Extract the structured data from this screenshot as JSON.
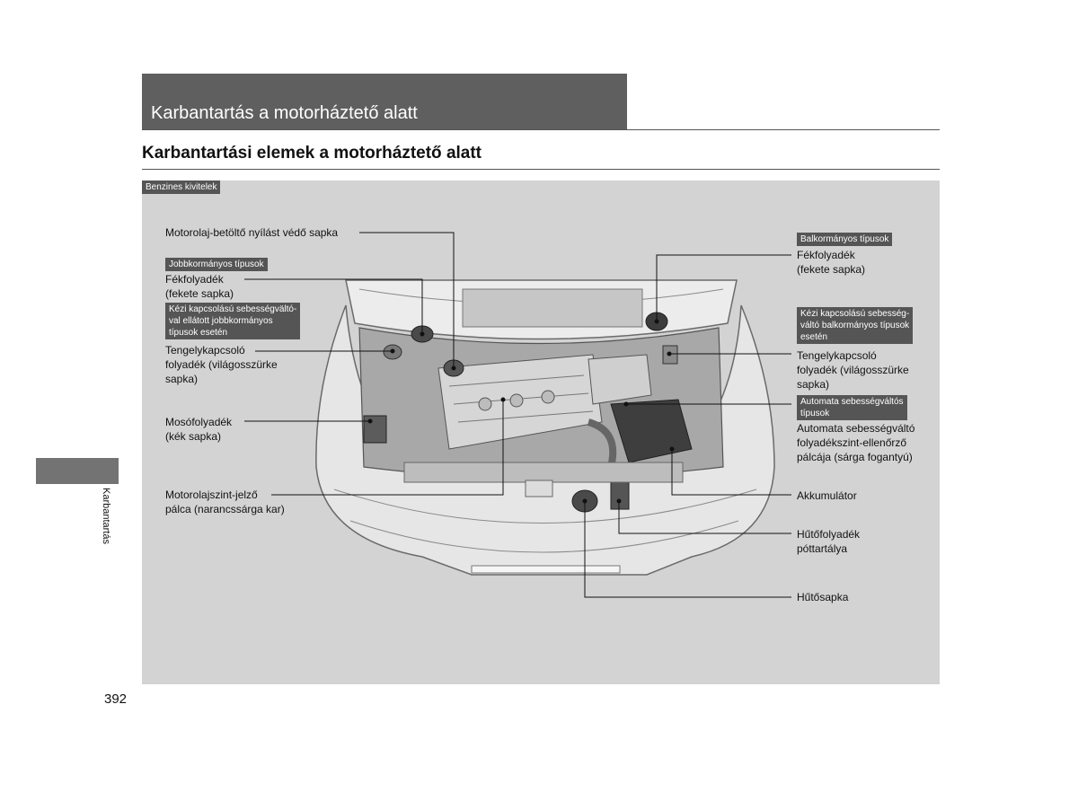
{
  "header": {
    "section_title": "Karbantartás a motorháztető alatt"
  },
  "page_title": "Karbantartási elemek a motorháztető alatt",
  "figure": {
    "variant_tag": "Benzines kivitelek",
    "tags": {
      "rhd": "Jobbkormányos típusok",
      "rhd_manual": [
        "Kézi kapcsolású sebességvältó-",
        "val ellátott jobbkormányos",
        "típusok esetén"
      ],
      "lhd": "Balkormányos típusok",
      "lhd_manual": [
        "Kézi kapcsolású sebesség-",
        "váltó balkormányos típusok",
        "esetén"
      ],
      "automatic": [
        "Automata sebességváltós",
        "típusok"
      ]
    },
    "labels": {
      "oil_cap": "Motorolaj-betöltő nyílást védő sapka",
      "brake_left": [
        "Fékfolyadék",
        "(fekete sapka)"
      ],
      "clutch_left": [
        "Tengelykapcsoló",
        "folyadék (világosszürke",
        "sapka)"
      ],
      "washer": [
        "Mosófolyadék",
        "(kék sapka)"
      ],
      "dipstick": [
        "Motorolajszint-jelző",
        "pálca (narancssárga kar)"
      ],
      "brake_right": [
        "Fékfolyadék",
        "(fekete sapka)"
      ],
      "clutch_right": [
        "Tengelykapcsoló",
        "folyadék (világosszürke",
        "sapka)"
      ],
      "atf_dipstick": [
        "Automata sebességváltó",
        "folyadékszint-ellenőrző",
        "pálcája (sárga fogantyú)"
      ],
      "battery": "Akkumulátor",
      "coolant_reservoir": [
        "Hűtőfolyadék",
        "póttartálya"
      ],
      "radiator_cap": "Hűtősapka"
    }
  },
  "side_tab": {
    "label": "Karbantartás"
  },
  "page_number": "392"
}
